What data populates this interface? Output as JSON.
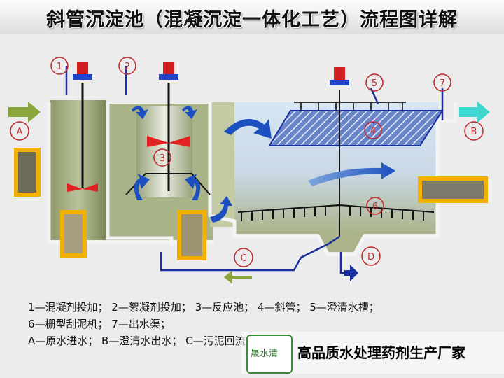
{
  "title": "斜管沉淀池（混凝沉淀一体化工艺）流程图详解",
  "markers": {
    "circled": [
      "1",
      "2",
      "3",
      "4",
      "5",
      "6",
      "7"
    ],
    "arrows": {
      "A": "A",
      "B": "B",
      "C": "C",
      "D": "D"
    }
  },
  "legend": {
    "line1": "1—混凝剂投加；  2—絮凝剂投加；  3—反应池；  4—斜管；  5—澄清水槽；",
    "line2": "6—栅型刮泥机；  7—出水渠；",
    "line3": " A—原水进水；  B—澄清水出水；  C—污泥回流；  D—污泥排放"
  },
  "banner": {
    "logo": "晟水清",
    "text": "高品质水处理药剂生产厂家"
  },
  "colors": {
    "green_arrow": "#8aa53a",
    "cyan_arrow": "#3fd6d0",
    "red_circle": "#c0282a",
    "blue_line": "#1a2fa0",
    "motor_red": "#d21e1e"
  }
}
